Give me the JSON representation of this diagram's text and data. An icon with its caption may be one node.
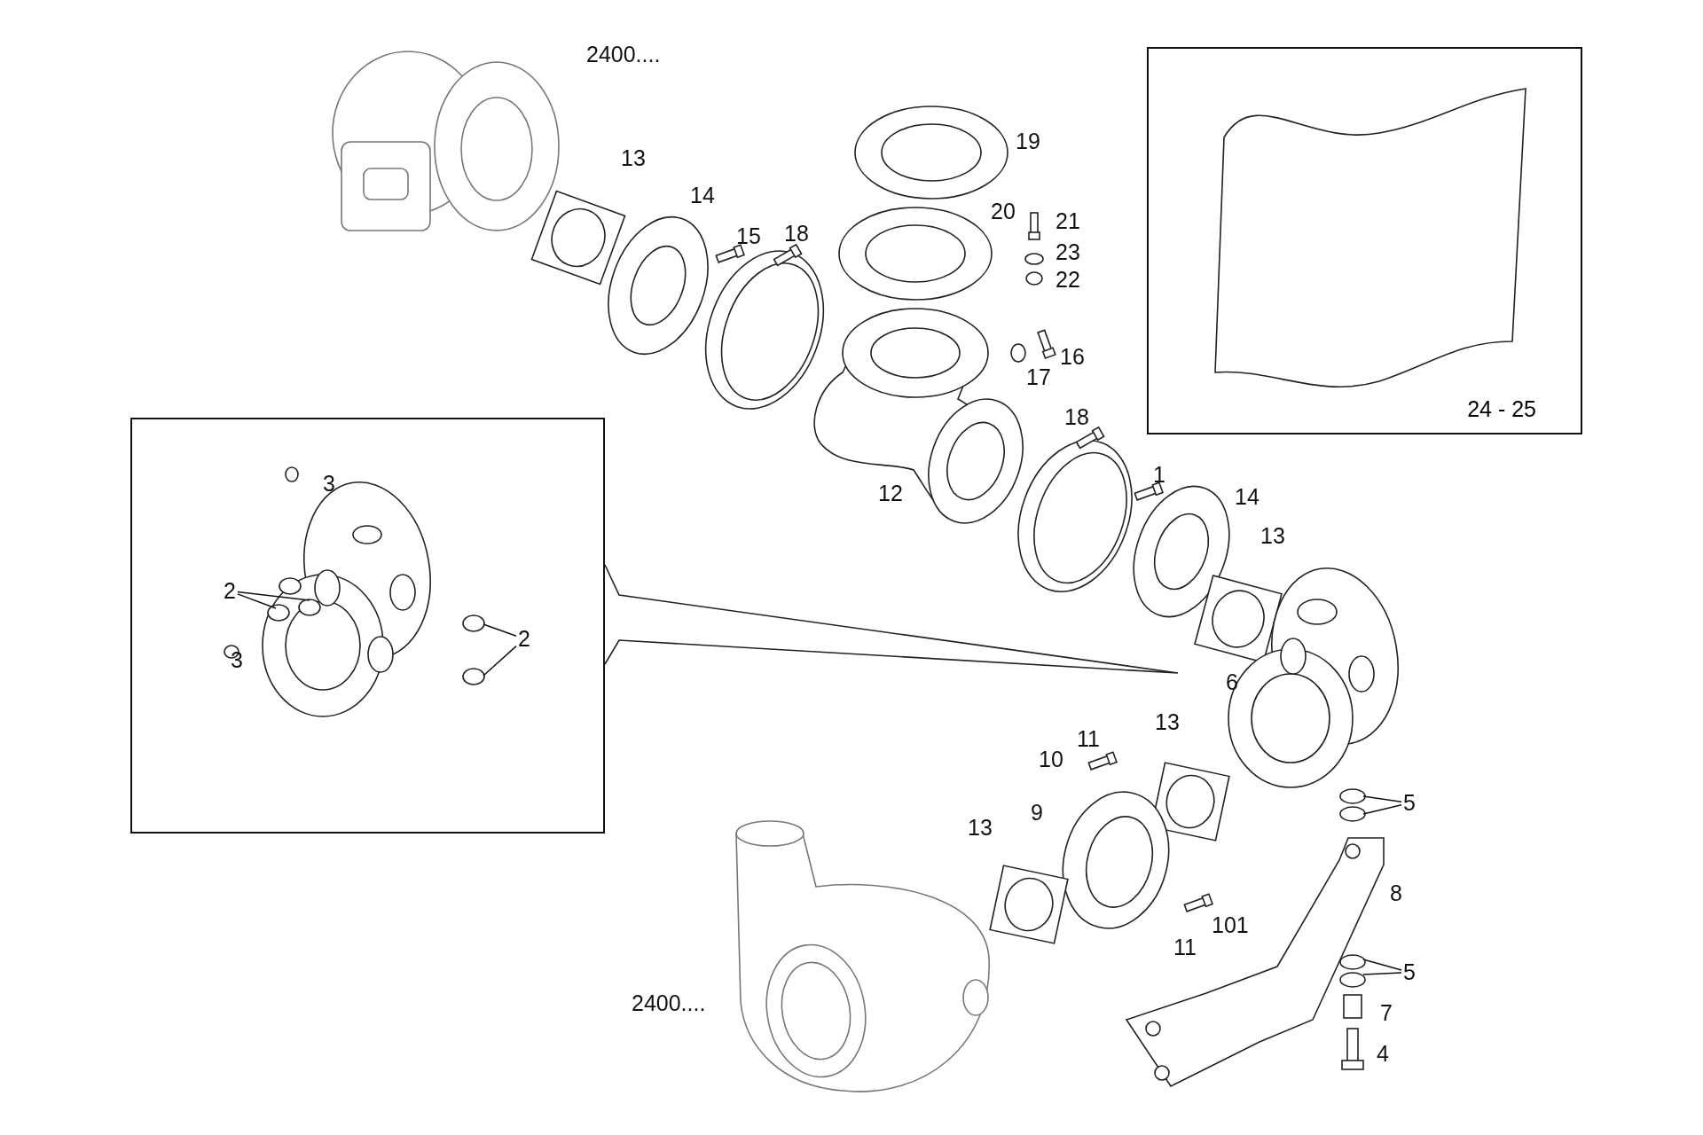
{
  "diagram": {
    "nodes": [
      {
        "text": [
          "24 - 25"
        ]
      },
      {
        "text": [],
        "shape": "box"
      },
      {
        "text": [
          "2"
        ],
        "in": 1
      },
      {
        "text": [
          "2"
        ],
        "in": 1
      },
      {
        "text": [
          "5"
        ]
      },
      {
        "text": [
          "5"
        ]
      }
    ],
    "edges": [
      {
        "from": 2,
        "to": null,
        "arrow": "none"
      },
      {
        "from": 2,
        "to": null,
        "arrow": "none"
      },
      {
        "from": 3,
        "to": null,
        "arrow": "none"
      },
      {
        "from": 3,
        "to": null,
        "arrow": "none"
      },
      {
        "from": 4,
        "to": null,
        "arrow": "none"
      },
      {
        "from": 4,
        "to": null,
        "arrow": "none"
      },
      {
        "from": 5,
        "to": null,
        "arrow": "none"
      },
      {
        "from": 5,
        "to": null,
        "arrow": "none"
      }
    ],
    "labels": [
      "2400....",
      "13",
      "14",
      "19",
      "20",
      "21",
      "15",
      "18",
      "23",
      "22",
      "16",
      "17",
      "18",
      "1",
      "12",
      "14",
      "13",
      "3",
      "6",
      "13",
      "11",
      "10",
      "9",
      "3",
      "13",
      "101",
      "11",
      "8",
      "7",
      "4",
      "2400...."
    ]
  }
}
